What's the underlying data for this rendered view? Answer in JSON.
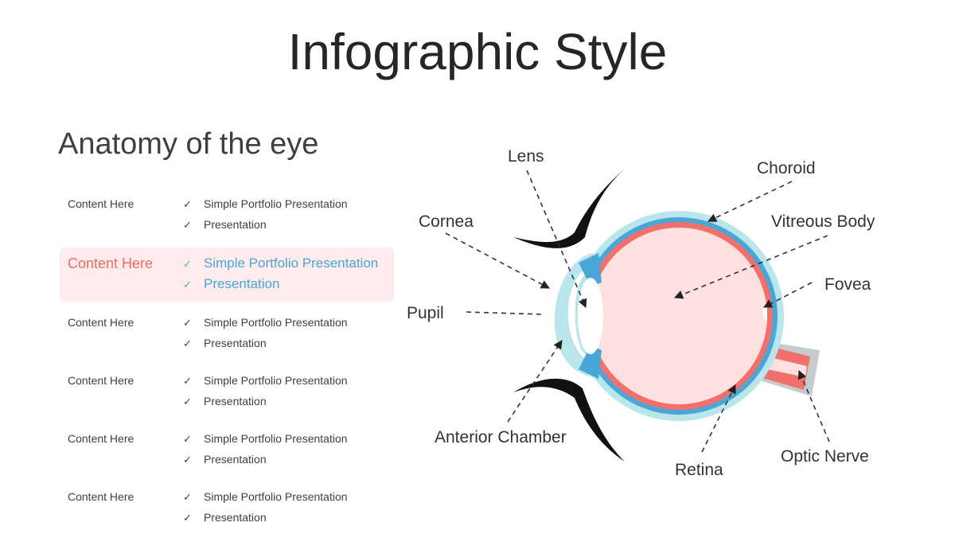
{
  "title": "Infographic Style",
  "subtitle": "Anatomy of the eye",
  "rows": [
    {
      "label": "Content Here",
      "items": [
        "Simple Portfolio Presentation",
        "Presentation"
      ],
      "highlighted": false
    },
    {
      "label": "Content Here",
      "items": [
        "Simple Portfolio Presentation",
        "Presentation"
      ],
      "highlighted": true
    },
    {
      "label": "Content Here",
      "items": [
        "Simple Portfolio Presentation",
        "Presentation"
      ],
      "highlighted": false
    },
    {
      "label": "Content Here",
      "items": [
        "Simple Portfolio Presentation",
        "Presentation"
      ],
      "highlighted": false
    },
    {
      "label": "Content Here",
      "items": [
        "Simple Portfolio Presentation",
        "Presentation"
      ],
      "highlighted": false
    },
    {
      "label": "Content Here",
      "items": [
        "Simple Portfolio Presentation",
        "Presentation"
      ],
      "highlighted": false
    }
  ],
  "check_glyph": "✓",
  "eye_labels": {
    "lens": "Lens",
    "choroid": "Choroid",
    "cornea": "Cornea",
    "vitreous": "Vitreous Body",
    "fovea": "Fovea",
    "pupil": "Pupil",
    "anterior_chamber": "Anterior Chamber",
    "retina": "Retina",
    "optic_nerve": "Optic Nerve"
  },
  "colors": {
    "accent_red": "#ee6a66",
    "accent_blue": "#4aa6d6",
    "sclera": "#b8e6ea",
    "vitreous": "#fde1e1",
    "highlight_bg": "#fdeceb"
  }
}
